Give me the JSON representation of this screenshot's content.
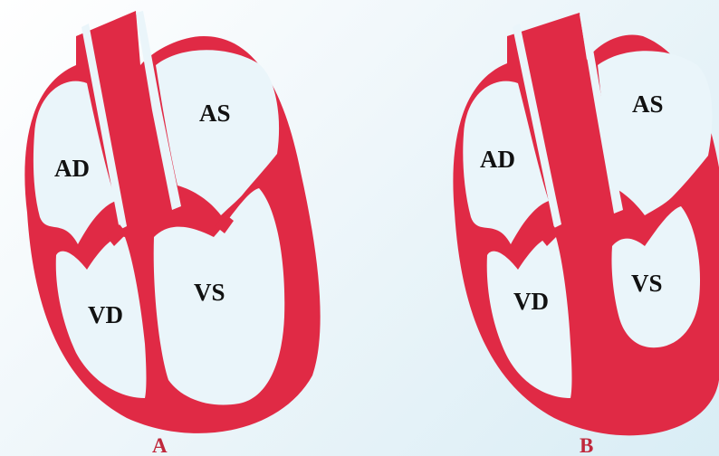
{
  "colors": {
    "muscle": "#e02a45",
    "chamber_fill": "#eaf5fa",
    "label_text": "#111111",
    "panel_label": "#c0283c"
  },
  "panels": [
    {
      "id": "A",
      "label": "A",
      "chambers": {
        "ad": "AD",
        "as": "AS",
        "vd": "VD",
        "vs": "VS"
      }
    },
    {
      "id": "B",
      "label": "B",
      "chambers": {
        "ad": "AD",
        "as": "AS",
        "vd": "VD",
        "vs": "VS"
      }
    }
  ]
}
